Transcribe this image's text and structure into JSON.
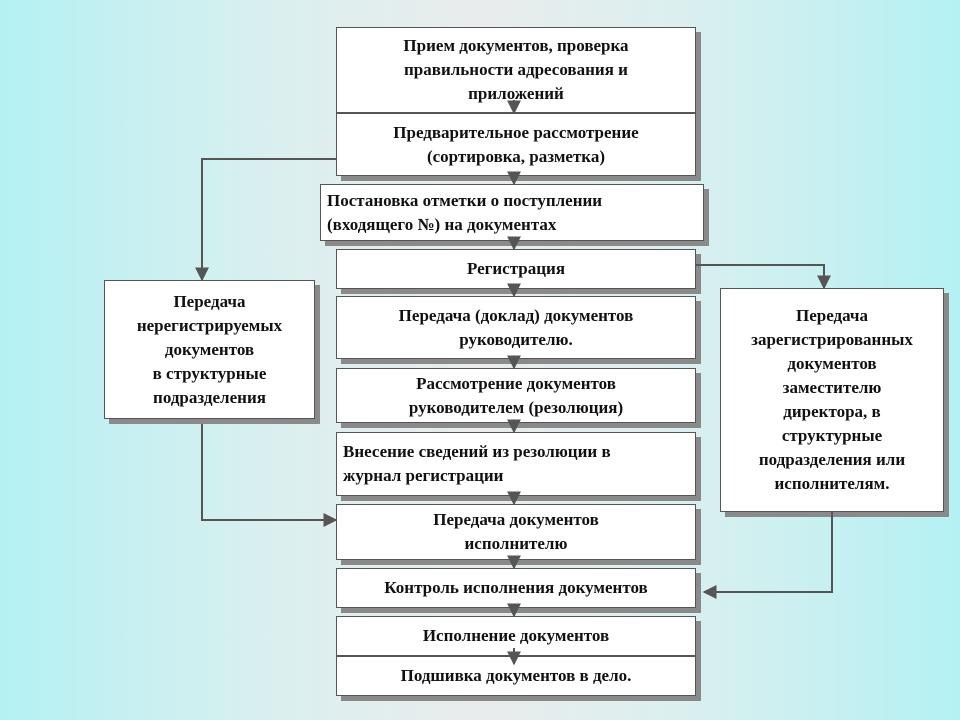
{
  "colors": {
    "box_fill": "#ffffff",
    "box_border": "#555555",
    "shadow": "#8a8a8a",
    "connector": "#555555"
  },
  "flow": {
    "step1": "Прием документов, проверка\nправильности адресования и\nприложений",
    "step2": "Предварительное рассмотрение\n(сортировка, разметка)",
    "step3": "Постановка отметки о поступлении\n(входящего №) на документах",
    "step4": "Регистрация",
    "step5": "Передача (доклад) документов\nруководителю.",
    "step6": "Рассмотрение документов\nруководителем  (резолюция)",
    "step7": "Внесение  сведений из резолюции в\nжурнал регистрации",
    "step8": "Передача документов\nисполнителю",
    "step9": "Контроль исполнения документов",
    "step10": "Исполнение документов",
    "step11": "Подшивка документов в дело."
  },
  "side": {
    "left": "Передача\nнерегистрируемых\nдокументов\nв  структурные\nподразделения",
    "right": "Передача\nзарегистрированных\nдокументов\nзаместителю\nдиректора, в\nструктурные\nподразделения      или\nисполнителям."
  }
}
